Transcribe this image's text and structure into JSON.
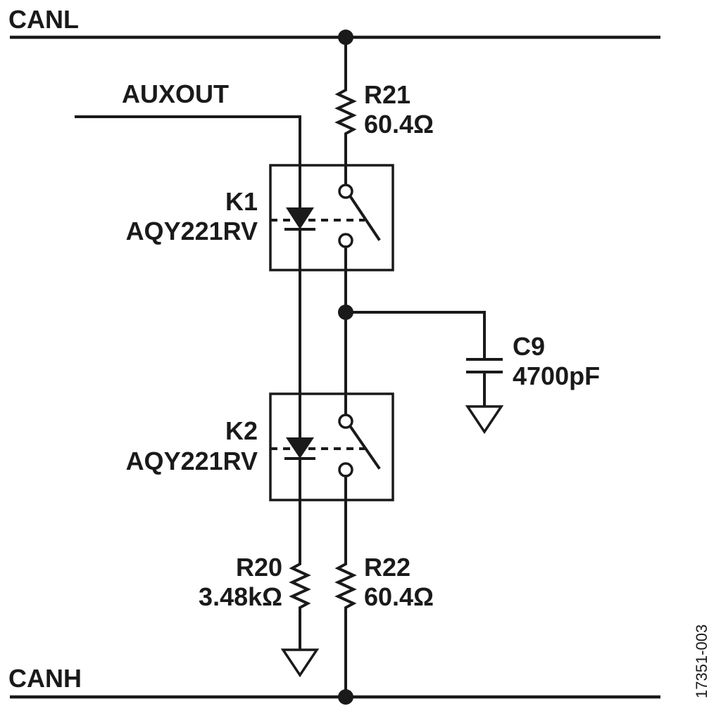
{
  "nets": {
    "top_rail": "CANL",
    "bottom_rail": "CANH",
    "aux": "AUXOUT"
  },
  "components": {
    "r21": {
      "ref": "R21",
      "value": "60.4Ω"
    },
    "r20": {
      "ref": "R20",
      "value": "3.48kΩ"
    },
    "r22": {
      "ref": "R22",
      "value": "60.4Ω"
    },
    "c9": {
      "ref": "C9",
      "value": "4700pF"
    },
    "k1": {
      "ref": "K1",
      "part": "AQY221RV"
    },
    "k2": {
      "ref": "K2",
      "part": "AQY221RV"
    }
  },
  "figure_id": "17351-003",
  "colors": {
    "ink": "#1a1a1a",
    "background": "#ffffff"
  }
}
